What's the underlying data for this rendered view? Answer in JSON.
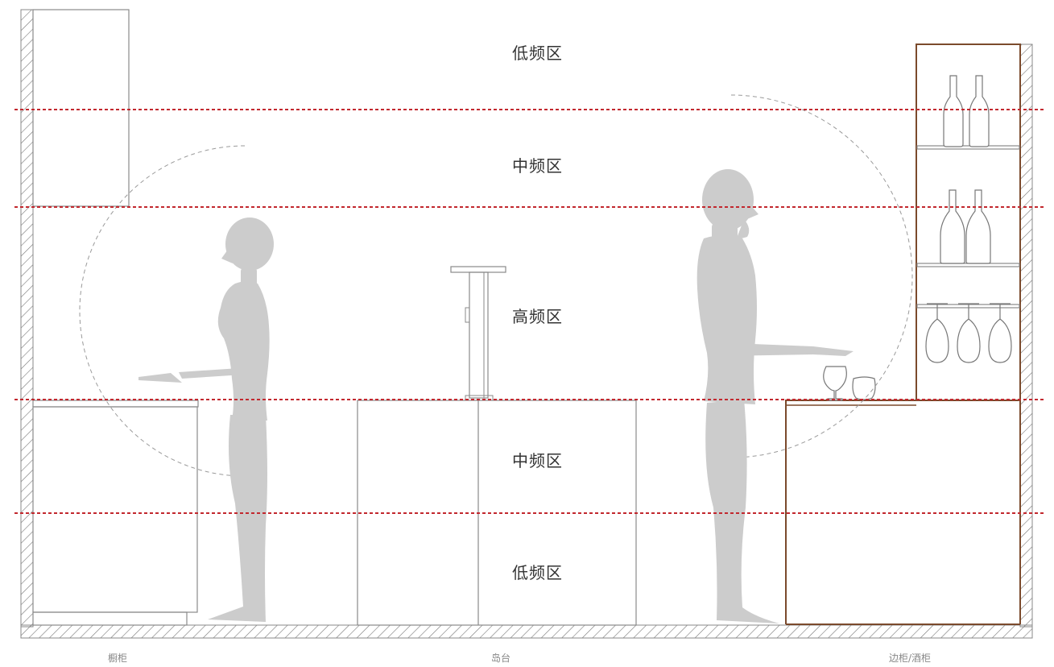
{
  "zones": {
    "top_low": "低频区",
    "upper_mid": "中频区",
    "high": "高频区",
    "lower_mid": "中频区",
    "bottom_low": "低频区"
  },
  "cabinets": {
    "left": "橱柜",
    "center": "岛台",
    "right": "边柜/酒柜"
  },
  "colors": {
    "zone_line": "#c2282e",
    "figure": "#cccccc",
    "wine_cabinet": "#7b4a2c",
    "outline": "#8a8a8a",
    "reach_arc": "#9a9a9a"
  }
}
